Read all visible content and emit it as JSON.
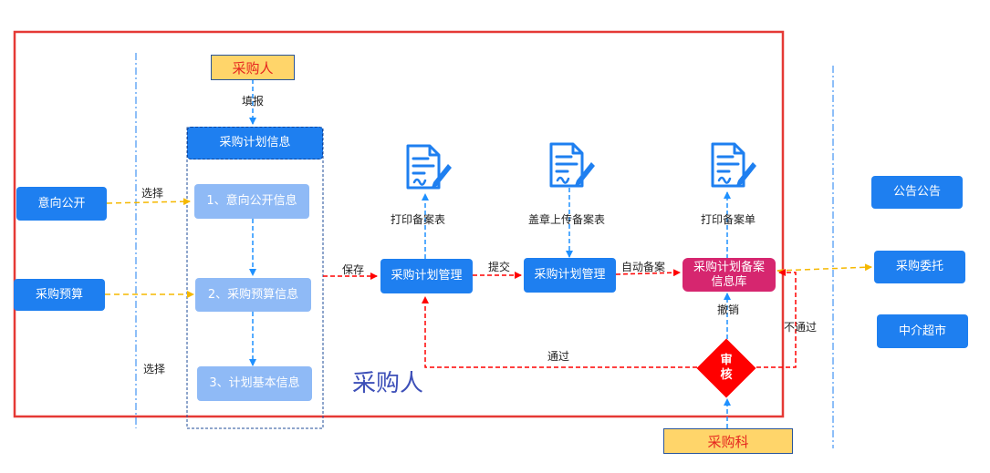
{
  "roles": {
    "purchaser_top": "采购人",
    "purchaser_big": "采购人",
    "procurement_dept": "采购科"
  },
  "left_nodes": {
    "intent_public": "意向公开",
    "budget": "采购预算"
  },
  "plan_group": {
    "header": "采购计划信息",
    "item1": "1、意向公开信息",
    "item2": "2、采购预算信息",
    "item3": "3、计划基本信息"
  },
  "flow": {
    "manage1": "采购计划管理",
    "manage2": "采购计划管理",
    "record_db_line1": "采购计划备案",
    "record_db_line2": "信息库",
    "review_line1": "审",
    "review_line2": "核"
  },
  "right_nodes": {
    "announcement": "公告公告",
    "entrust": "采购委托",
    "agency_market": "中介超市"
  },
  "edge_labels": {
    "fill": "填报",
    "select1": "选择",
    "select2": "选择",
    "save": "保存",
    "submit": "提交",
    "auto_record": "自动备案",
    "print_record": "打印备案表",
    "stamp_upload": "盖章上传备案表",
    "print_record_sheet": "打印备案单",
    "revoke": "撤销",
    "pass": "通过",
    "fail": "不通过"
  },
  "colors": {
    "node_blue": "#1e7ff0",
    "node_light": "#8fbaf6",
    "node_pink": "#d6266f",
    "frame_red": "#e53935",
    "flow_red": "#ff0000",
    "flow_yellow": "#f5b800",
    "flow_blue": "#1e90ff",
    "role_yellow": "#ffd56a"
  },
  "icons": [
    "document-sign-icon",
    "document-sign-icon",
    "document-sign-icon"
  ]
}
